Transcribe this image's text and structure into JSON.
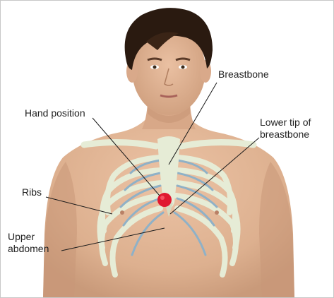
{
  "labels": {
    "breastbone": "Breastbone",
    "hand_position": "Hand position",
    "lower_tip": "Lower tip of\nbreastbone",
    "ribs": "Ribs",
    "upper_abdomen": "Upper\nabdomen"
  },
  "colors": {
    "hand_marker": "#e01830",
    "skin": "#e3b596",
    "hair": "#2a1a10",
    "ribcage": "#e6ecd6",
    "costal_cartilage": "#8fb1c7",
    "leader_lines": "#1a1a1a"
  }
}
